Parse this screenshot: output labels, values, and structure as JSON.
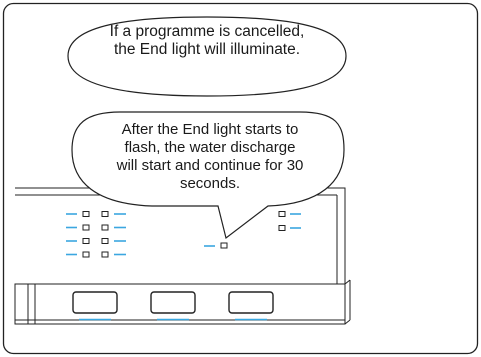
{
  "callouts": [
    {
      "id": "programme-cancelled-note",
      "lines": [
        "If a programme is cancelled,",
        "the End light will illuminate."
      ]
    },
    {
      "id": "water-discharge-note",
      "lines": [
        "After the End light starts to",
        "flash, the water discharge",
        "will start and continue for 30",
        "seconds."
      ]
    }
  ],
  "colors": {
    "outline": "#222222",
    "indicator_accent": "#3ba7e0",
    "background": "#ffffff"
  },
  "indicators": {
    "left_rows": 4,
    "right_rows": 2,
    "buttons": 3
  }
}
